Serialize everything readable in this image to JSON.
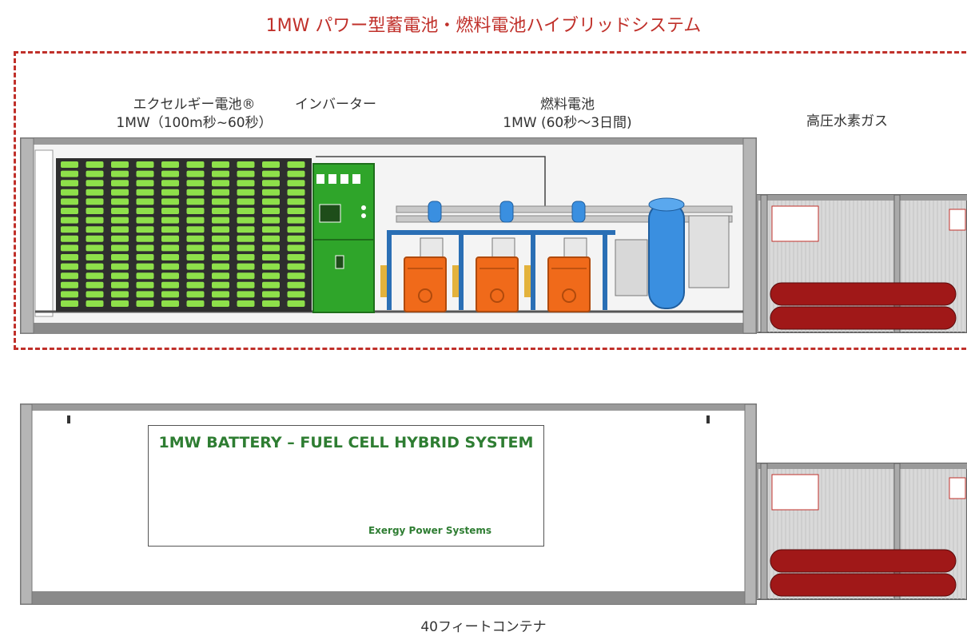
{
  "header": {
    "title": "1MW パワー型蓄電池・燃料電池ハイブリッドシステム"
  },
  "top_labels": {
    "battery_name": "エクセルギー電池®",
    "battery_spec": "1MW（100m秒~60秒）",
    "inverter": "インバーター",
    "fuel_cell_name": "燃料電池",
    "fuel_cell_spec": "1MW (60秒～3日間)",
    "hydrogen": "高圧水素ガス"
  },
  "sign": {
    "title": "1MW BATTERY – FUEL CELL HYBRID SYSTEM",
    "company": "Exergy Power Systems"
  },
  "bottom_caption": "40フィートコンテナ",
  "colors": {
    "accent_red": "#c0302a",
    "battery_green": "#8ee04a",
    "inverter_green": "#2fa52a",
    "fuel_cell_orange": "#f06a1a",
    "tank_blue": "#3a8fe0",
    "cylinder_red": "#a01818",
    "frame_gray": "#8a8a8a"
  },
  "icons": {
    "logo": "leaf-logo-icon"
  }
}
